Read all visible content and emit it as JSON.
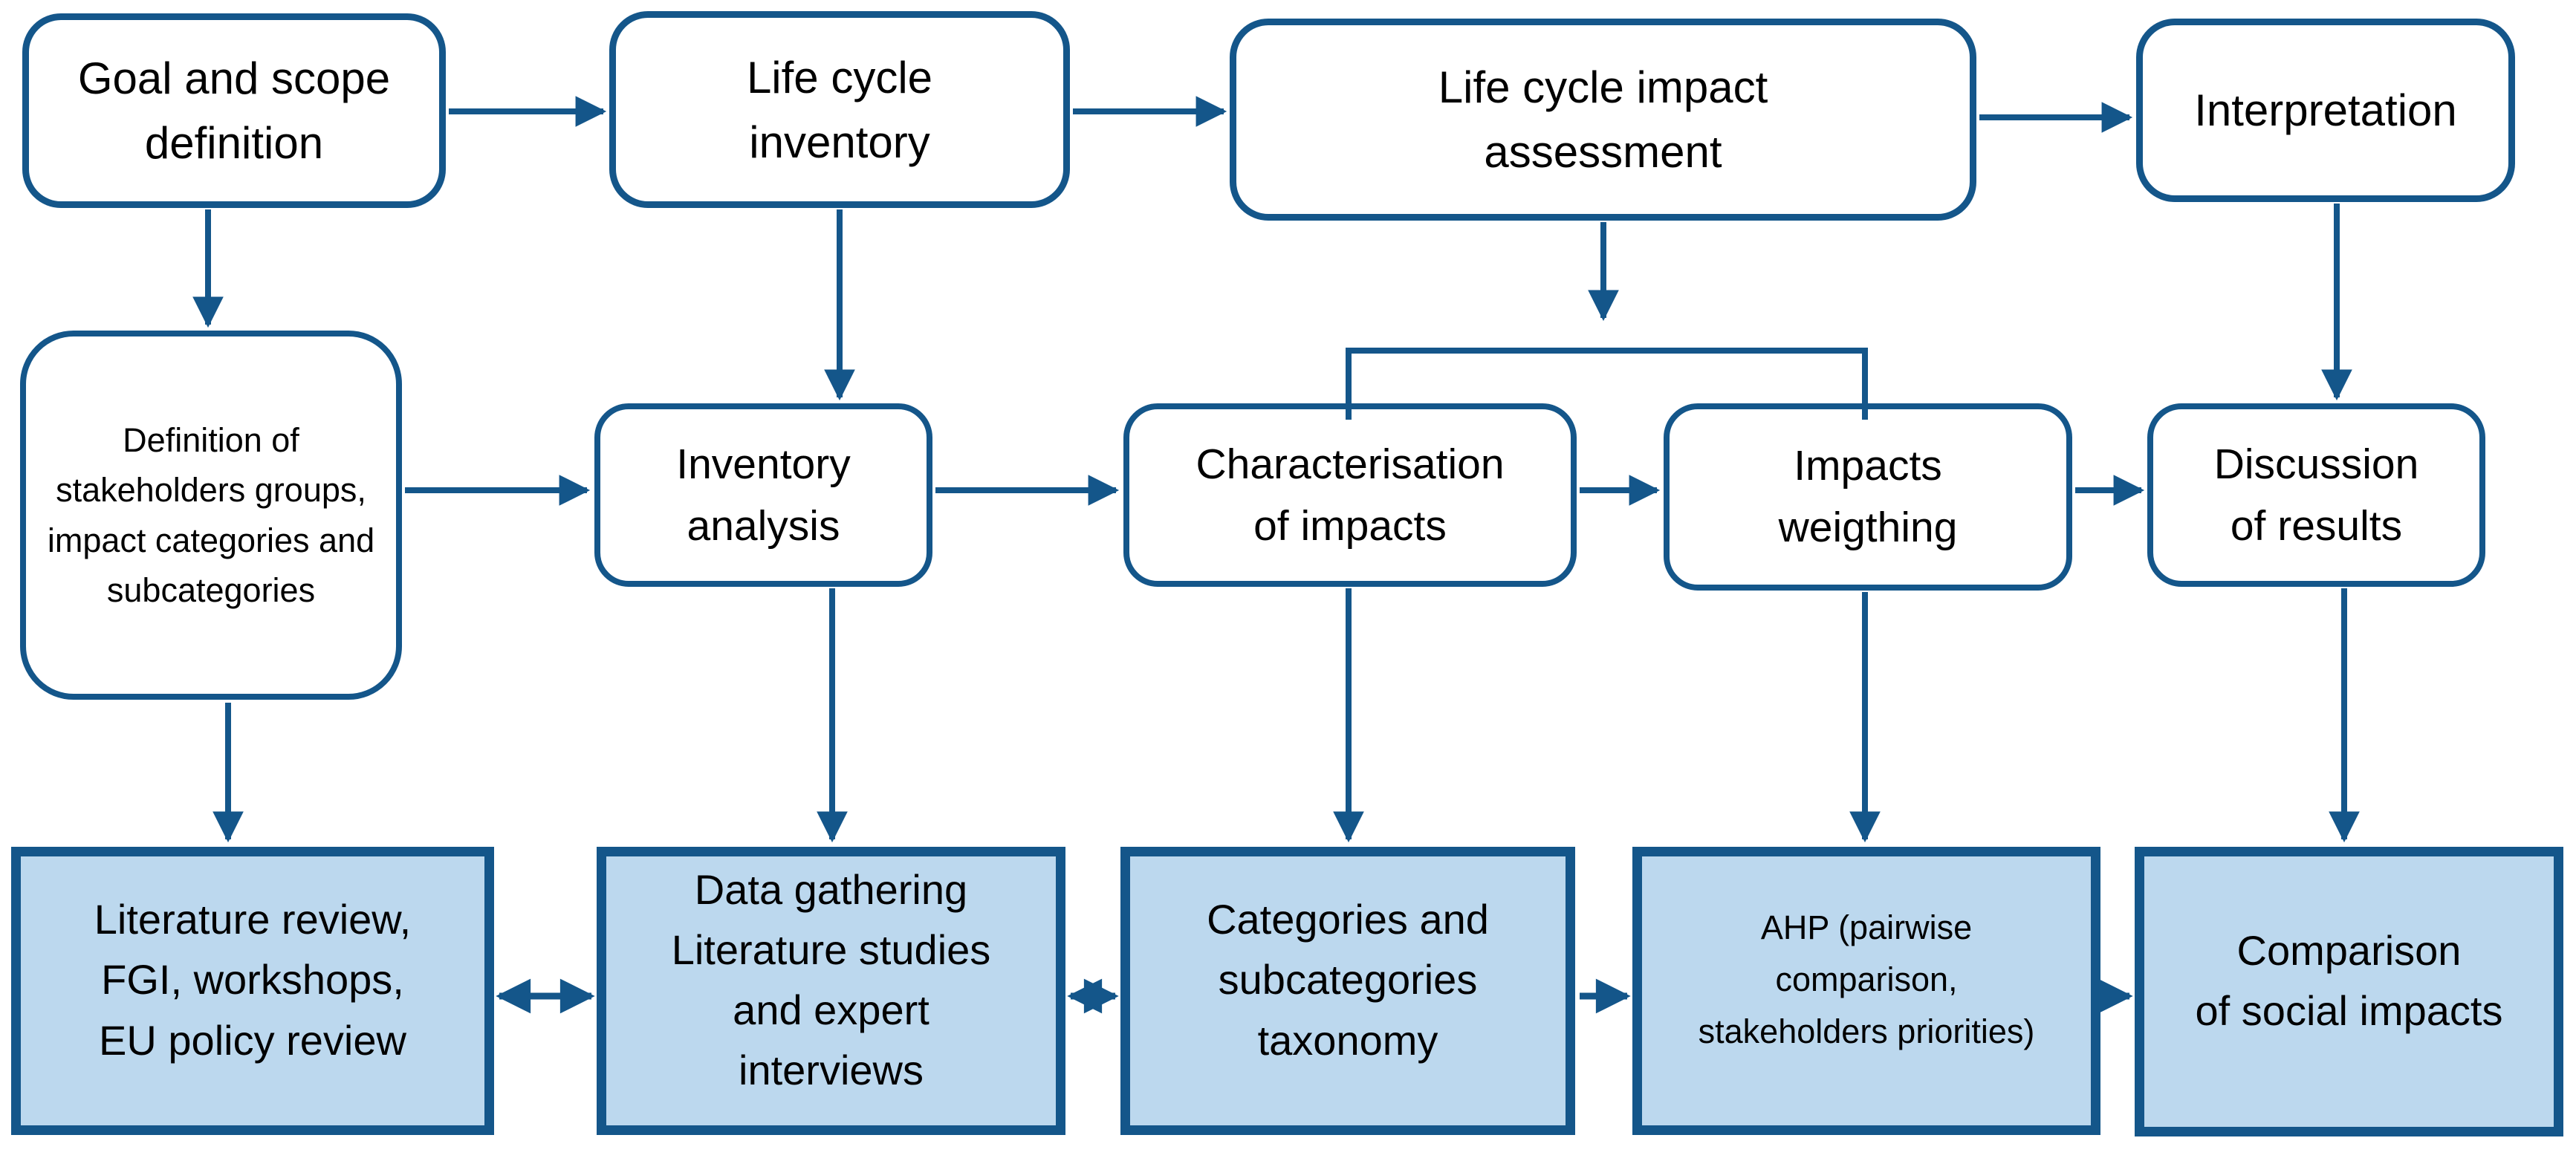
{
  "diagram": {
    "colors": {
      "line": "#14568A",
      "box_fill": "#BCD8EE",
      "bg": "#FFFFFF",
      "text": "#000000"
    },
    "boxes": {
      "goal": {
        "label": "Goal and scope\ndefinition"
      },
      "lci": {
        "label": "Life cycle\ninventory"
      },
      "lcia": {
        "label": "Life cycle impact\nassessment"
      },
      "interp": {
        "label": "Interpretation"
      },
      "definition": {
        "label": "Definition of\nstakeholders groups,\nimpact categories and\nsubcategories"
      },
      "inventory": {
        "label": "Inventory\nanalysis"
      },
      "charact": {
        "label": "Characterisation\nof impacts"
      },
      "weighting": {
        "label": "Impacts\nweigthing"
      },
      "discussion": {
        "label": "Discussion\nof results"
      },
      "literature": {
        "label": "Literature review,\nFGI, workshops,\nEU policy review"
      },
      "datagather": {
        "label": "Data gathering\nLiterature studies\nand expert\ninterviews"
      },
      "categories": {
        "label": "Categories and\nsubcategories\ntaxonomy"
      },
      "ahp": {
        "label": "AHP (pairwise\ncomparison,\nstakeholders priorities)"
      },
      "comparison": {
        "label": "Comparison\nof social impacts"
      }
    },
    "connections": [
      "goal -> lci",
      "lci -> lcia",
      "lcia -> interp",
      "goal -> definition",
      "lci -> inventory",
      "lcia -> charact + weighting (bracket)",
      "interp -> discussion",
      "definition -> inventory",
      "inventory -> charact",
      "charact -> weighting",
      "weighting -> discussion",
      "definition -> literature",
      "inventory -> datagather",
      "charact -> categories",
      "weighting -> ahp",
      "discussion -> comparison",
      "literature <-> datagather",
      "datagather <-> categories",
      "categories -> ahp",
      "ahp -> comparison"
    ]
  }
}
